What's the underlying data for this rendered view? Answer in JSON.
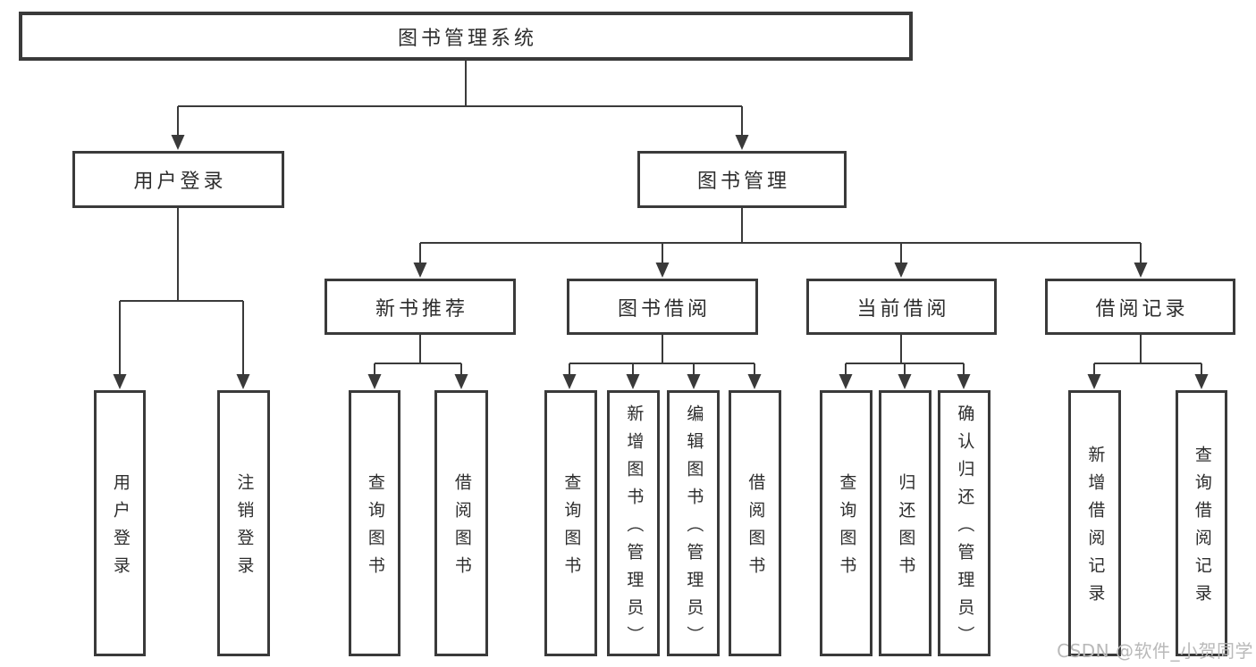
{
  "diagram_title": "图书管理系统",
  "tree": {
    "label": "图书管理系统",
    "children": [
      {
        "label": "用户登录",
        "children": [
          {
            "label": "用户登录"
          },
          {
            "label": "注销登录"
          }
        ]
      },
      {
        "label": "图书管理",
        "children": [
          {
            "label": "新书推荐",
            "children": [
              {
                "label": "查询图书"
              },
              {
                "label": "借阅图书"
              }
            ]
          },
          {
            "label": "图书借阅",
            "children": [
              {
                "label": "查询图书"
              },
              {
                "label": "新增图书（管理员）"
              },
              {
                "label": "编辑图书（管理员）"
              },
              {
                "label": "借阅图书"
              }
            ]
          },
          {
            "label": "当前借阅",
            "children": [
              {
                "label": "查询图书"
              },
              {
                "label": "归还图书"
              },
              {
                "label": "确认归还（管理员）"
              }
            ]
          },
          {
            "label": "借阅记录",
            "children": [
              {
                "label": "新增借阅记录"
              },
              {
                "label": "查询借阅记录"
              }
            ]
          }
        ]
      }
    ]
  },
  "watermark": {
    "text": "CSDN @软件_小贺同学"
  },
  "colors": {
    "line": "#3a3a3a",
    "box_border": "#3a3a3a",
    "text": "#2d2d2d",
    "background": "#ffffff",
    "watermark": "#b9b9b9"
  }
}
